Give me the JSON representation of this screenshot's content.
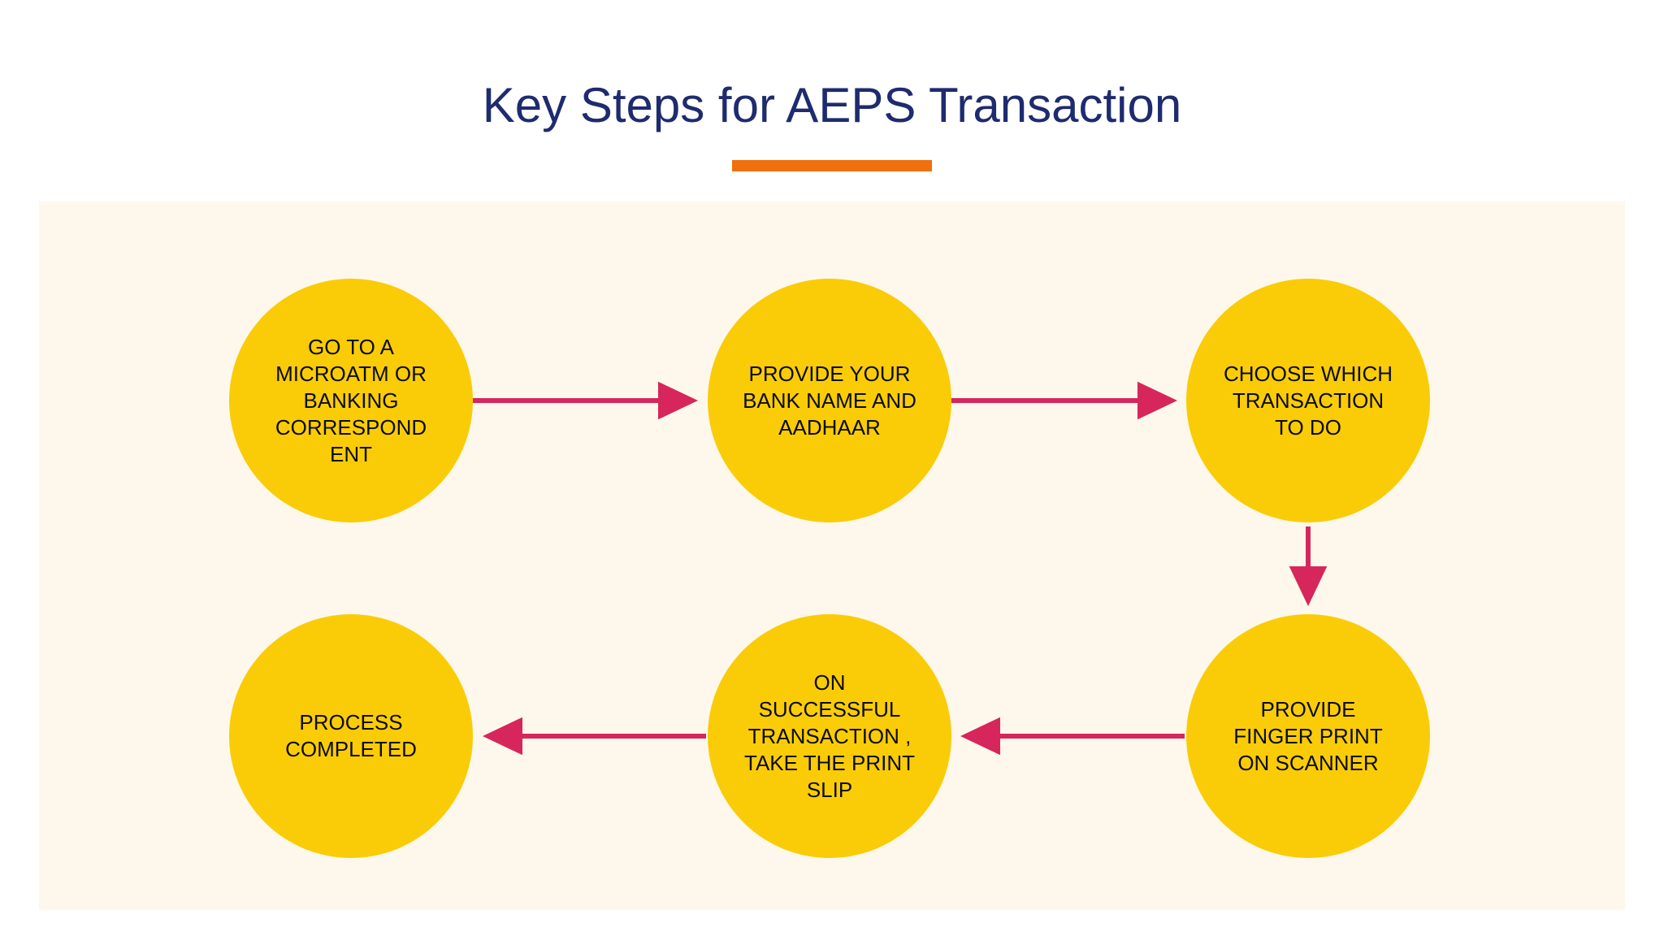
{
  "slide": {
    "title": "Key Steps for AEPS Transaction",
    "title_color": "#1E2B6F",
    "underline_color": "#F0700F",
    "panel_background": "#FDF8EB",
    "node_fill": "#FACC08",
    "node_text_color": "#0C0C0C",
    "arrow_color": "#D6265C",
    "page_background": "#FFFFFF"
  },
  "diagram": {
    "type": "flowchart",
    "shape": "circle",
    "flow_direction": "z-pattern left-to-right then right-to-left",
    "nodes": [
      {
        "id": 1,
        "label": "GO TO A MICROATM OR BANKING CORRESPOND ENT",
        "row": 1,
        "column": 1
      },
      {
        "id": 2,
        "label": "PROVIDE YOUR BANK NAME AND AADHAAR",
        "row": 1,
        "column": 2
      },
      {
        "id": 3,
        "label": "CHOOSE WHICH TRANSACTION TO DO",
        "row": 1,
        "column": 3
      },
      {
        "id": 4,
        "label": "PROVIDE FINGER PRINT ON SCANNER",
        "row": 2,
        "column": 3
      },
      {
        "id": 5,
        "label": "ON SUCCESSFUL TRANSACTION , TAKE THE PRINT SLIP",
        "row": 2,
        "column": 2
      },
      {
        "id": 6,
        "label": "PROCESS COMPLETED",
        "row": 2,
        "column": 1
      }
    ],
    "connectors": [
      {
        "from": 1,
        "to": 2,
        "direction": "right"
      },
      {
        "from": 2,
        "to": 3,
        "direction": "right"
      },
      {
        "from": 3,
        "to": 4,
        "direction": "down"
      },
      {
        "from": 4,
        "to": 5,
        "direction": "left"
      },
      {
        "from": 5,
        "to": 6,
        "direction": "left"
      }
    ]
  }
}
